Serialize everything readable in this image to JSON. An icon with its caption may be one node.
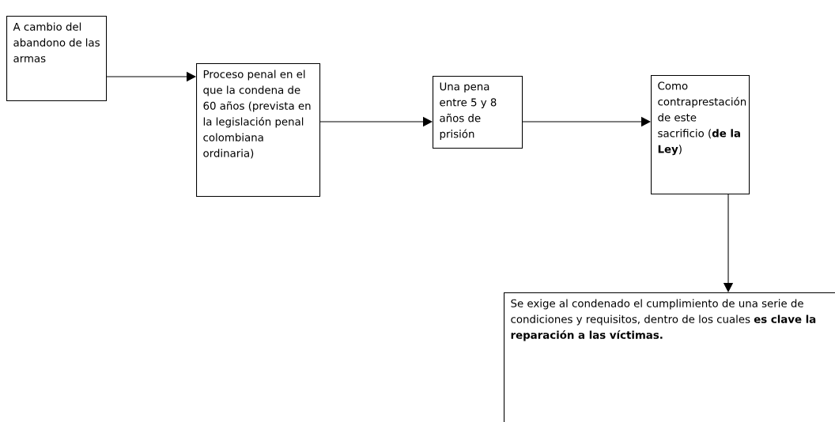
{
  "diagram": {
    "nodes": [
      {
        "text": [
          "A cambio del abandono de las armas"
        ]
      },
      {
        "text": [
          "Proceso penal en el que la condena de 60 años (prevista en la legislación penal colombiana ordinaria)"
        ]
      },
      {
        "text": [
          "Una pena entre 5 y 8 años de prisión"
        ]
      },
      {
        "text": [
          "Como contraprestación de este sacrificio (**de la Ley**)"
        ]
      },
      {
        "text": [
          "Se exige al condenado el cumplimiento de una serie de condiciones y requisitos, dentro de los cuales **es clave la reparación a las víctimas.**"
        ]
      }
    ],
    "edges": [
      {
        "from": 0,
        "to": 1,
        "arrow": "to"
      },
      {
        "from": 1,
        "to": 2,
        "arrow": "to"
      },
      {
        "from": 2,
        "to": 3,
        "arrow": "to"
      },
      {
        "from": 3,
        "to": 4,
        "arrow": "to"
      }
    ]
  }
}
